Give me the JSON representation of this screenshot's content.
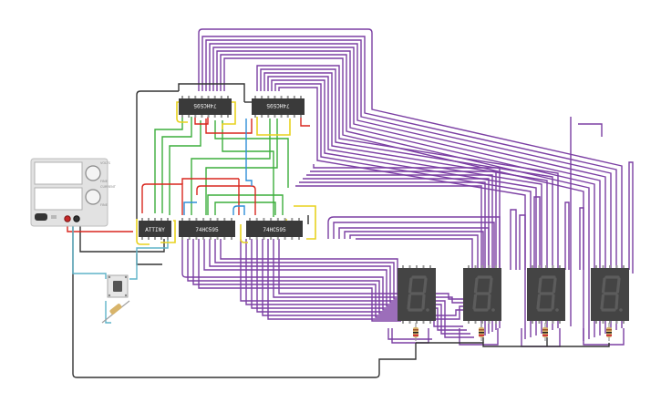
{
  "chips": [
    {
      "label": "74HC595",
      "rotated": true
    },
    {
      "label": "74HC595",
      "rotated": true
    },
    {
      "label": "ATTINY",
      "rotated": false
    },
    {
      "label": "74HC595",
      "rotated": false
    },
    {
      "label": "74HC595",
      "rotated": false
    }
  ],
  "power_supply": {
    "knob_labels": [
      "VOLTS",
      "FINE",
      "CURRENT",
      "FINE"
    ]
  },
  "displays": [
    {
      "digit": "8."
    },
    {
      "digit": "8."
    },
    {
      "digit": "8."
    },
    {
      "digit": "8."
    }
  ],
  "colors": {
    "wire_purple": "#7b3fa3",
    "wire_green": "#3cae3c",
    "wire_red": "#d9271e",
    "wire_blue": "#2f8fd8",
    "wire_yellow": "#e8d21f",
    "wire_black": "#333333",
    "wire_cyan": "#5fb3c9",
    "chip_body": "#3a3a3a",
    "display_body": "#444444",
    "segment_off": "#5c5c5c"
  }
}
